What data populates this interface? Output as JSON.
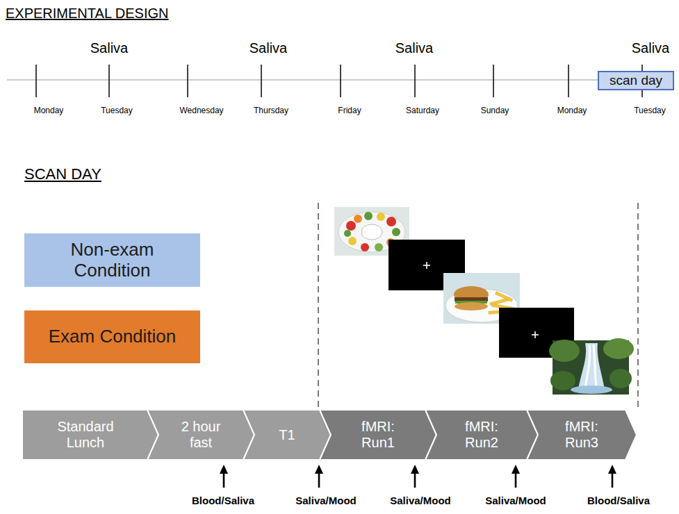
{
  "diagram": {
    "nodes": [
      {
        "text": [
          "scan day"
        ]
      },
      {
        "text": [
          "Non-exam Condition"
        ]
      },
      {
        "text": [
          "Exam Condition"
        ]
      },
      {
        "text": [
          "Standard Lunch"
        ]
      },
      {
        "text": [
          "2 hour fast"
        ]
      },
      {
        "text": [
          "T1"
        ]
      },
      {
        "text": [
          "fMRI: Run1"
        ]
      },
      {
        "text": [
          "fMRI: Run2"
        ]
      },
      {
        "text": [
          "fMRI: Run3"
        ]
      }
    ],
    "labels": [
      "EXPERIMENTAL DESIGN",
      "Saliva",
      "Saliva",
      "Saliva",
      "Saliva",
      "Monday",
      "Tuesday",
      "Wednesday",
      "Thursday",
      "Friday",
      "Saturday",
      "Sunday",
      "Monday",
      "Tuesday",
      "SCAN DAY",
      "Blood/Saliva",
      "Saliva/Mood",
      "Saliva/Mood",
      "Saliva/Mood",
      "Blood/Saliva"
    ]
  }
}
